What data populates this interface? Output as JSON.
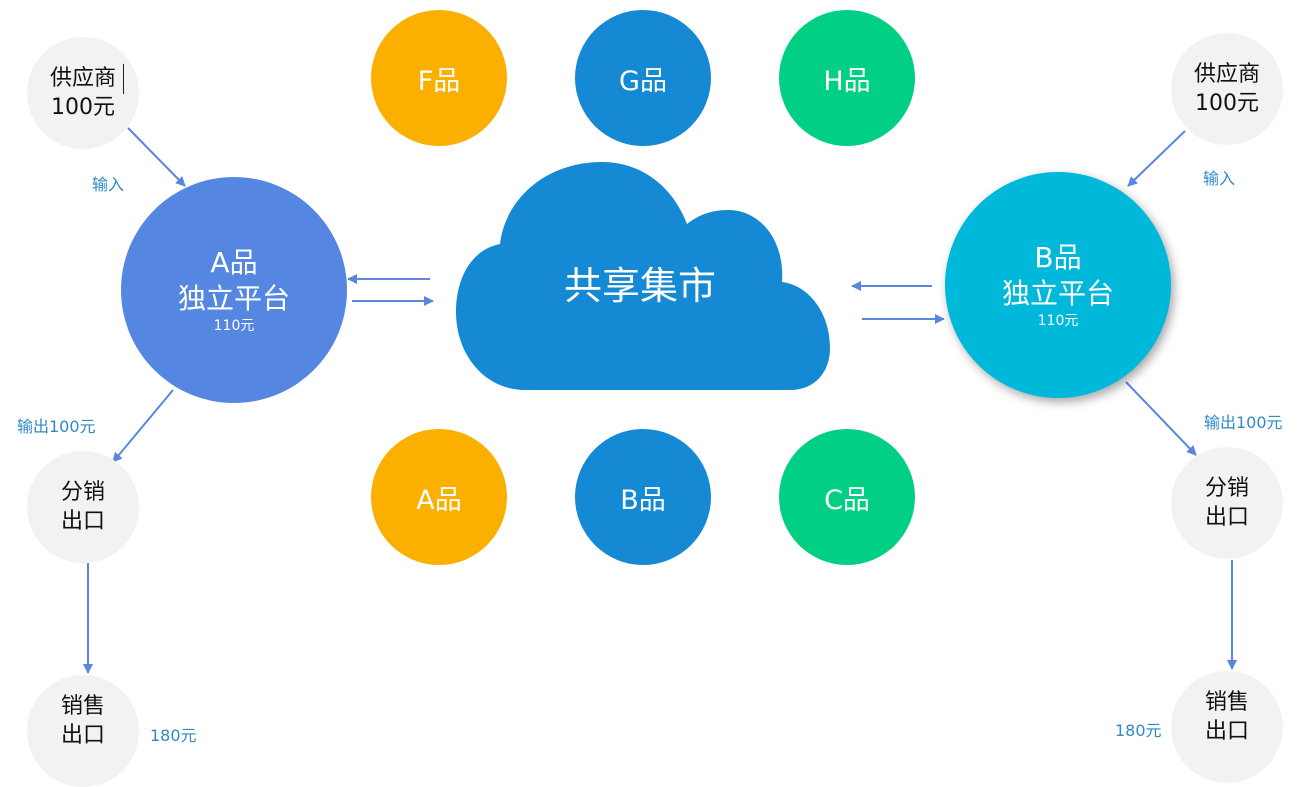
{
  "market": {
    "title": "共享集市"
  },
  "top_products": [
    {
      "label": "F品",
      "color": "#fbb000"
    },
    {
      "label": "G品",
      "color": "#1589d3"
    },
    {
      "label": "H品",
      "color": "#00cf84"
    }
  ],
  "bottom_products": [
    {
      "label": "A品",
      "color": "#fbb000"
    },
    {
      "label": "B品",
      "color": "#1589d3"
    },
    {
      "label": "C品",
      "color": "#00cf84"
    }
  ],
  "left": {
    "supplier": {
      "line1": "供应商",
      "line2": "100元"
    },
    "input_label": "输入",
    "platform": {
      "line1": "A品",
      "line2": "独立平台",
      "price": "110元",
      "color": "#5486e2"
    },
    "output_label": "输出100元",
    "distribution": {
      "line1": "分销",
      "line2": "出口"
    },
    "sales": {
      "line1": "销售",
      "line2": "出口"
    },
    "sales_price": "180元"
  },
  "right": {
    "supplier": {
      "line1": "供应商",
      "line2": "100元"
    },
    "input_label": "输入",
    "platform": {
      "line1": "B品",
      "line2": "独立平台",
      "price": "110元",
      "color": "#00b8d9"
    },
    "output_label": "输出100元",
    "distribution": {
      "line1": "分销",
      "line2": "出口"
    },
    "sales": {
      "line1": "销售",
      "line2": "出口"
    },
    "sales_price": "180元"
  },
  "colors": {
    "cloud": "#1589d3",
    "arrow": "#5b86e0",
    "label": "#2f8ac4",
    "node_gray": "#f2f2f2"
  }
}
